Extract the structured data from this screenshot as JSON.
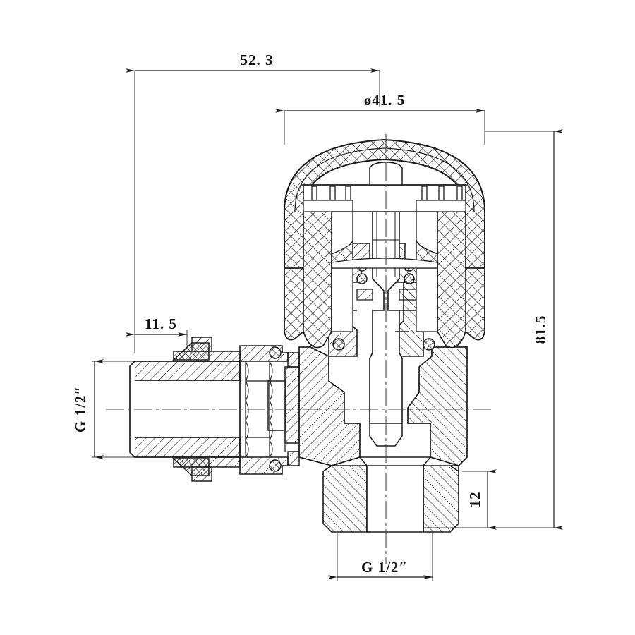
{
  "drawing": {
    "title": "Angle radiator thermostatic valve cross-section drawing",
    "units": "mm",
    "line_color": "#1a1a1a",
    "background_color": "#ffffff",
    "hatch_color": "#1a1a1a"
  },
  "dimensions": {
    "overall_length": {
      "label": "52. 3",
      "orientation": "horizontal",
      "position": "top-left"
    },
    "knob_diameter": {
      "label": "ø41. 5",
      "orientation": "horizontal",
      "position": "top-right"
    },
    "overall_height": {
      "label": "81.5",
      "orientation": "vertical",
      "position": "right"
    },
    "inlet_thread_offset": {
      "label": "11. 5",
      "orientation": "horizontal",
      "position": "mid-left"
    },
    "inlet_thread": {
      "label": "G 1/2″",
      "orientation": "vertical",
      "position": "left"
    },
    "outlet_height": {
      "label": "12",
      "orientation": "vertical",
      "position": "bottom-right"
    },
    "outlet_thread": {
      "label": "G  1/2″",
      "orientation": "horizontal",
      "position": "bottom"
    }
  },
  "components": {
    "knob": "thermostatic-knob",
    "spindle": "valve-spindle",
    "body": "valve-body",
    "inlet_port": "horizontal-inlet-port",
    "outlet_port": "bottom-outlet-port",
    "union_nut": "union-nut",
    "o_rings": "o-ring-seals",
    "centerline": "axis-centerline"
  }
}
